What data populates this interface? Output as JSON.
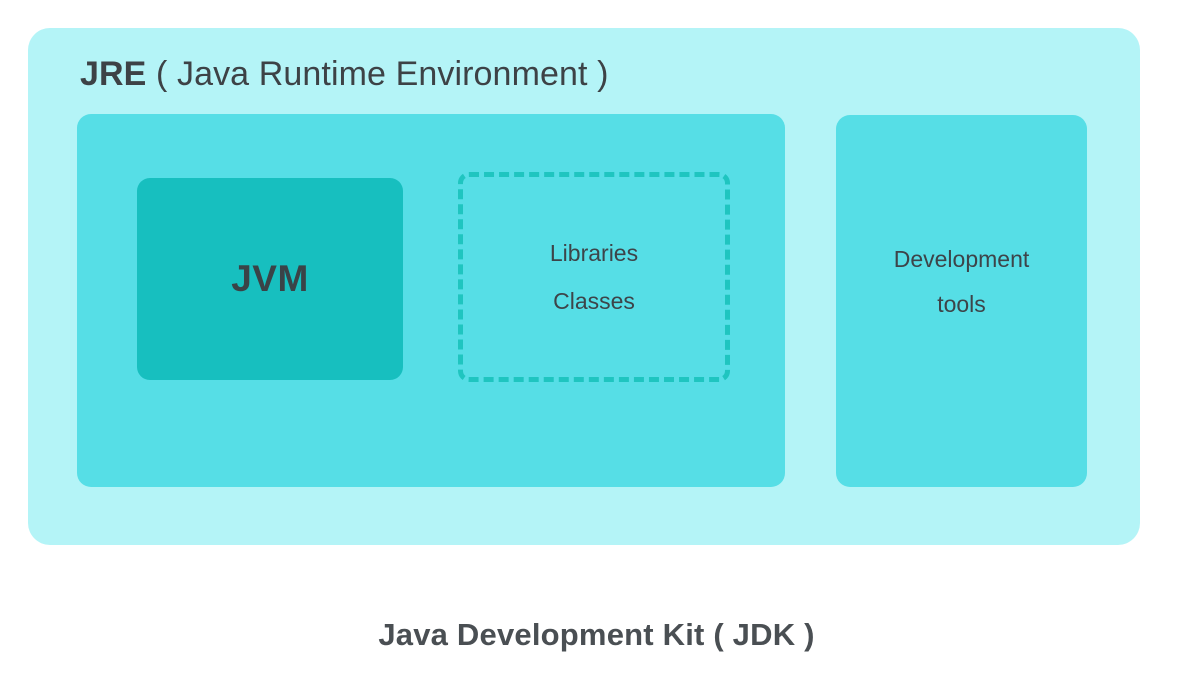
{
  "diagram": {
    "title_bold": "JRE",
    "title_rest": " ( Java Runtime Environment )",
    "caption": "Java Development Kit ( JDK )",
    "jvm": {
      "label": "JVM"
    },
    "libraries": {
      "line1": "Libraries",
      "line2": "Classes"
    },
    "devtools": {
      "line1": "Development",
      "line2": "tools"
    },
    "colors": {
      "outer_container": "#b4f4f7",
      "panel": "#56dee6",
      "jvm_box": "#17bfbf",
      "dashed_border": "#1fc5c0",
      "text": "#3d4449",
      "caption_text": "#4a4f53",
      "background": "#ffffff"
    }
  }
}
